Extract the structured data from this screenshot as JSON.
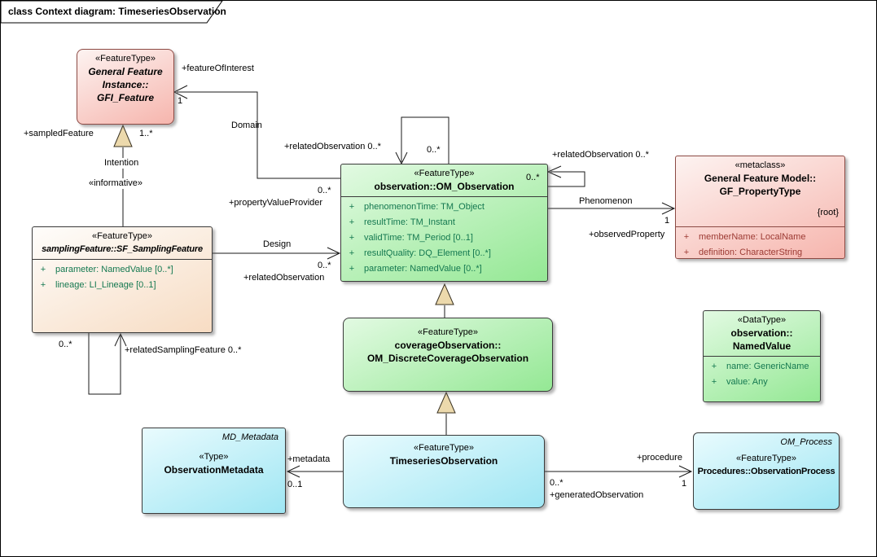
{
  "frame": {
    "title": "class Context diagram: TimeseriesObservation"
  },
  "classes": {
    "gfi_feature": {
      "stereotype": "«FeatureType»",
      "line1": "General Feature",
      "line2": "Instance::",
      "line3": "GFI_Feature"
    },
    "sf_sampling_feature": {
      "stereotype": "«FeatureType»",
      "name": "samplingFeature::SF_SamplingFeature",
      "attributes": [
        {
          "vis": "+",
          "text": "parameter: NamedValue [0..*]"
        },
        {
          "vis": "+",
          "text": "lineage: LI_Lineage [0..1]"
        }
      ]
    },
    "om_observation": {
      "stereotype": "«FeatureType»",
      "name": "observation::OM_Observation",
      "corner_mult": "0..*",
      "attributes": [
        {
          "vis": "+",
          "text": "phenomenonTime: TM_Object"
        },
        {
          "vis": "+",
          "text": "resultTime: TM_Instant"
        },
        {
          "vis": "+",
          "text": "validTime: TM_Period [0..1]"
        },
        {
          "vis": "+",
          "text": "resultQuality: DQ_Element [0..*]"
        },
        {
          "vis": "+",
          "text": "parameter: NamedValue [0..*]"
        }
      ]
    },
    "gf_property_type": {
      "stereotype": "«metaclass»",
      "line1": "General Feature Model::",
      "line2": "GF_PropertyType",
      "tag": "{root}",
      "attributes": [
        {
          "vis": "+",
          "text": "memberName: LocalName"
        },
        {
          "vis": "+",
          "text": "definition: CharacterString"
        }
      ]
    },
    "om_discrete_coverage_observation": {
      "stereotype": "«FeatureType»",
      "line1": "coverageObservation::",
      "line2": "OM_DiscreteCoverageObservation"
    },
    "named_value": {
      "stereotype": "«DataType»",
      "line1": "observation::",
      "line2": "NamedValue",
      "attributes": [
        {
          "vis": "+",
          "text": "name: GenericName"
        },
        {
          "vis": "+",
          "text": "value: Any"
        }
      ]
    },
    "observation_metadata": {
      "parent": "MD_Metadata",
      "stereotype": "«Type»",
      "name": "ObservationMetadata"
    },
    "timeseries_observation": {
      "stereotype": "«FeatureType»",
      "name": "TimeseriesObservation"
    },
    "observation_process": {
      "parent": "OM_Process",
      "stereotype": "«FeatureType»",
      "name": "Procedures::ObservationProcess"
    }
  },
  "edges": {
    "feature_of_interest": {
      "role": "+featureOfInterest",
      "mult": "1",
      "name": "Domain"
    },
    "sampled_feature": {
      "role": "+sampledFeature",
      "mult": "1..*",
      "name": "Intention",
      "stereotype": "«informative»"
    },
    "related_observation_top": {
      "label": "+relatedObservation 0..*",
      "mult": "0..*"
    },
    "property_value_provider": {
      "role": "+propertyValueProvider",
      "mult": "0..*"
    },
    "design": {
      "name": "Design",
      "role": "+relatedObservation",
      "mult": "0..*"
    },
    "related_observation_right": {
      "label": "+relatedObservation 0..*",
      "mult": "0..*"
    },
    "phenomenon": {
      "name": "Phenomenon",
      "role": "+observedProperty",
      "mult": "1"
    },
    "related_sampling_feature": {
      "label": "+relatedSamplingFeature 0..*",
      "mult": "0..*"
    },
    "metadata": {
      "role": "+metadata",
      "mult": "0..1"
    },
    "procedure": {
      "role": "+procedure",
      "mult": "1",
      "role2": "+generatedObservation",
      "mult2": "0..*"
    }
  }
}
